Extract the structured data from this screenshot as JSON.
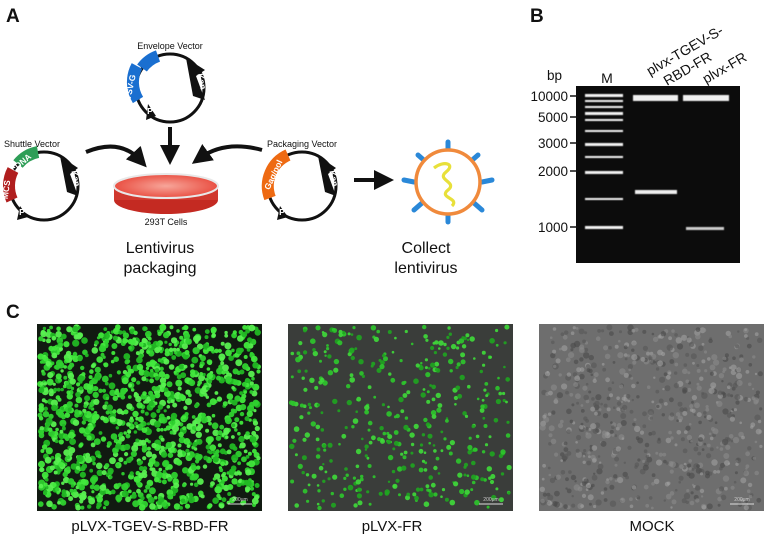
{
  "panels": {
    "a": "A",
    "b": "B",
    "c": "C"
  },
  "panel_a": {
    "envelope": {
      "title": "Envelope Vector",
      "seg1": "VSV-G",
      "seg2": "Kan",
      "p": "P"
    },
    "shuttle": {
      "title": "Shuttle Vector",
      "seg1": "cDNA",
      "seg2": "MCS",
      "seg3": "Kan",
      "p": "P"
    },
    "packaging": {
      "title": "Packaging Vector",
      "seg1": "Gag/pol",
      "seg2": "Kan",
      "p": "P"
    },
    "cells": "293T Cells",
    "lenti_line1": "Lentivirus",
    "lenti_line2": "packaging",
    "collect_line1": "Collect",
    "collect_line2": "lentivirus",
    "colors": {
      "envelope": "#1a6fd0",
      "shuttle_green": "#2e9e57",
      "shuttle_red": "#b01e1e",
      "packaging": "#ee6a12",
      "virus": "#f08a3c",
      "spike": "#2a88d8",
      "genome": "#e8e03a"
    }
  },
  "panel_b": {
    "bp_label": "bp",
    "lanes": [
      "M",
      "plvx-TGEV-S-RBD-FR",
      "plvx-FR"
    ],
    "lane2_line1": "plvx-TGEV-S-",
    "lane2_line2": "RBD-FR",
    "markers": [
      "10000",
      "5000",
      "3000",
      "2000",
      "1000"
    ]
  },
  "panel_c": {
    "captions": [
      "pLVX-TGEV-S-RBD-FR",
      "pLVX-FR",
      "MOCK"
    ],
    "scalebars": [
      "200μm",
      "200μm",
      "200μm"
    ]
  }
}
